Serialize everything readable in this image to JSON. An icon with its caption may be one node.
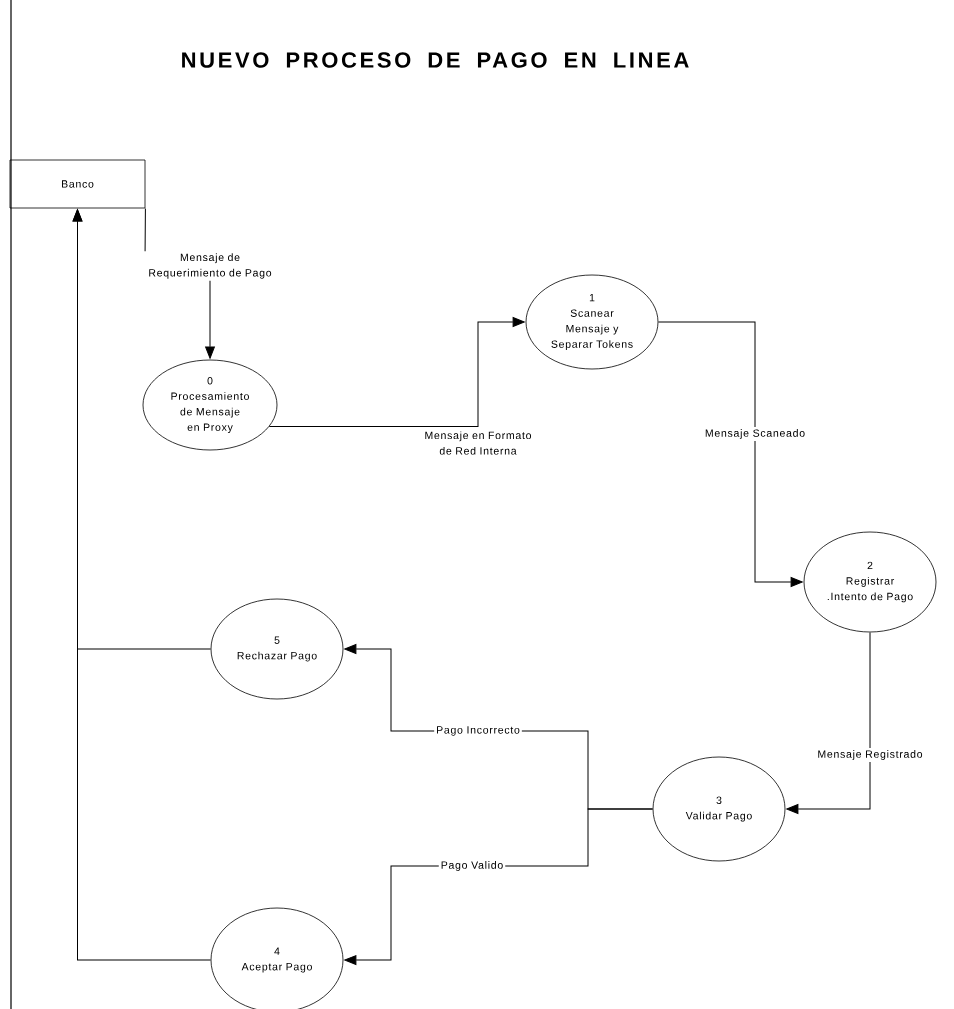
{
  "diagram": {
    "title": "NUEVO PROCESO DE PAGO EN LINEA",
    "nodes": [
      {
        "text": [
          "Banco"
        ]
      },
      {
        "text": [
          "0",
          "Procesamiento de Mensaje en Proxy"
        ]
      },
      {
        "text": [
          "1",
          "Scanear Mensaje y Separar Tokens"
        ]
      },
      {
        "text": [
          "2",
          "Registrar .Intento de Pago"
        ]
      },
      {
        "text": [
          "3",
          "Validar Pago"
        ]
      },
      {
        "text": [
          "5",
          "Rechazar Pago"
        ]
      },
      {
        "text": [
          "4",
          "Aceptar Pago"
        ]
      }
    ],
    "edges": [
      {
        "from": 0,
        "to": 1,
        "arrow": "to",
        "label": "Mensaje de Requerimiento de Pago"
      },
      {
        "from": 1,
        "to": 2,
        "arrow": "to",
        "label": "Mensaje en Formato de Red Interna"
      },
      {
        "from": 2,
        "to": 3,
        "arrow": "to",
        "label": "Mensaje Scaneado"
      },
      {
        "from": 3,
        "to": 4,
        "arrow": "to",
        "label": "Mensaje Registrado"
      },
      {
        "from": 4,
        "to": 5,
        "arrow": "to",
        "label": "Pago Incorrecto"
      },
      {
        "from": 4,
        "to": 6,
        "arrow": "to",
        "label": "Pago Valido"
      },
      {
        "from": 5,
        "to": 0,
        "arrow": "to"
      },
      {
        "from": 6,
        "to": 0,
        "arrow": "to"
      }
    ]
  }
}
